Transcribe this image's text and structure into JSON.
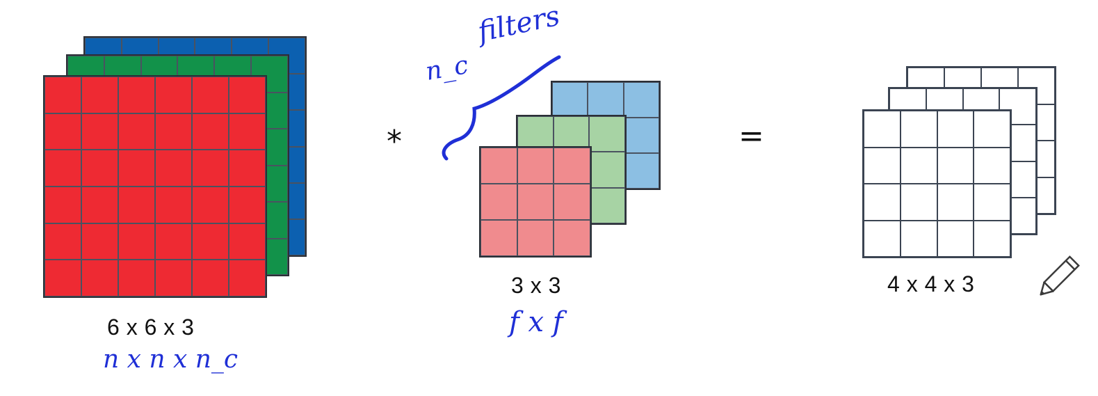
{
  "colors": {
    "input_red": "#ee2a33",
    "input_green": "#12924a",
    "input_blue": "#0c60b0",
    "filter_red": "#f08b8e",
    "filter_green": "#a7d3a4",
    "filter_blue": "#8cbfe3",
    "output": "#ffffff",
    "annotation_ink": "#1f2fd6"
  },
  "input": {
    "dims_label": "6 x 6 x 3",
    "symbol": "n x n x n_c"
  },
  "operator": "*",
  "filter": {
    "dims_label": "3 x 3",
    "symbol": "f x f",
    "count_symbol": "n_c",
    "count_word": "filters"
  },
  "equals": "=",
  "output": {
    "dims_label": "4 x 4 x 3"
  },
  "icons": {
    "pencil": "pencil-icon"
  }
}
